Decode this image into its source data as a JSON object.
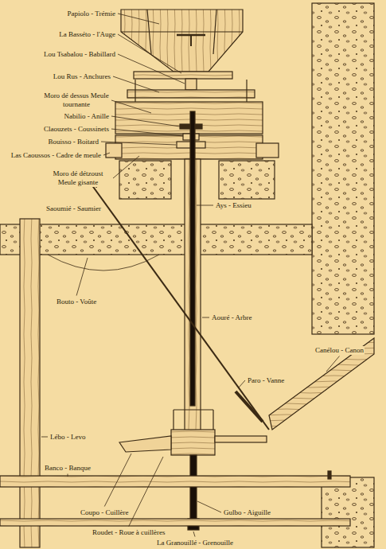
{
  "diagram": {
    "labels": [
      "Papiolo - Trémie",
      "La Basséto - l'Auge",
      "Lou Tsabalou - Babillard",
      "Lou Rus - Anchures",
      "Moro dé dessus Meule tournante",
      "Nabilio - Anille",
      "Claouzets - Coussinets",
      "Bouisso - Boitard",
      "Las Caoussos - Cadre de meule",
      "Moro dé détzoust Meule gisante",
      "Saoumié - Saumier",
      "Ays - Essieu",
      "Bouto - Voûte",
      "Aouré - Arbre",
      "Canélou - Canon",
      "Paro - Vanne",
      "Lébo - Levo",
      "Banco - Banque",
      "Coupo - Cuillère",
      "Gulbo - Aiguille",
      "Roudet - Roue à cuillères",
      "La Granouillé - Grenouille"
    ]
  }
}
